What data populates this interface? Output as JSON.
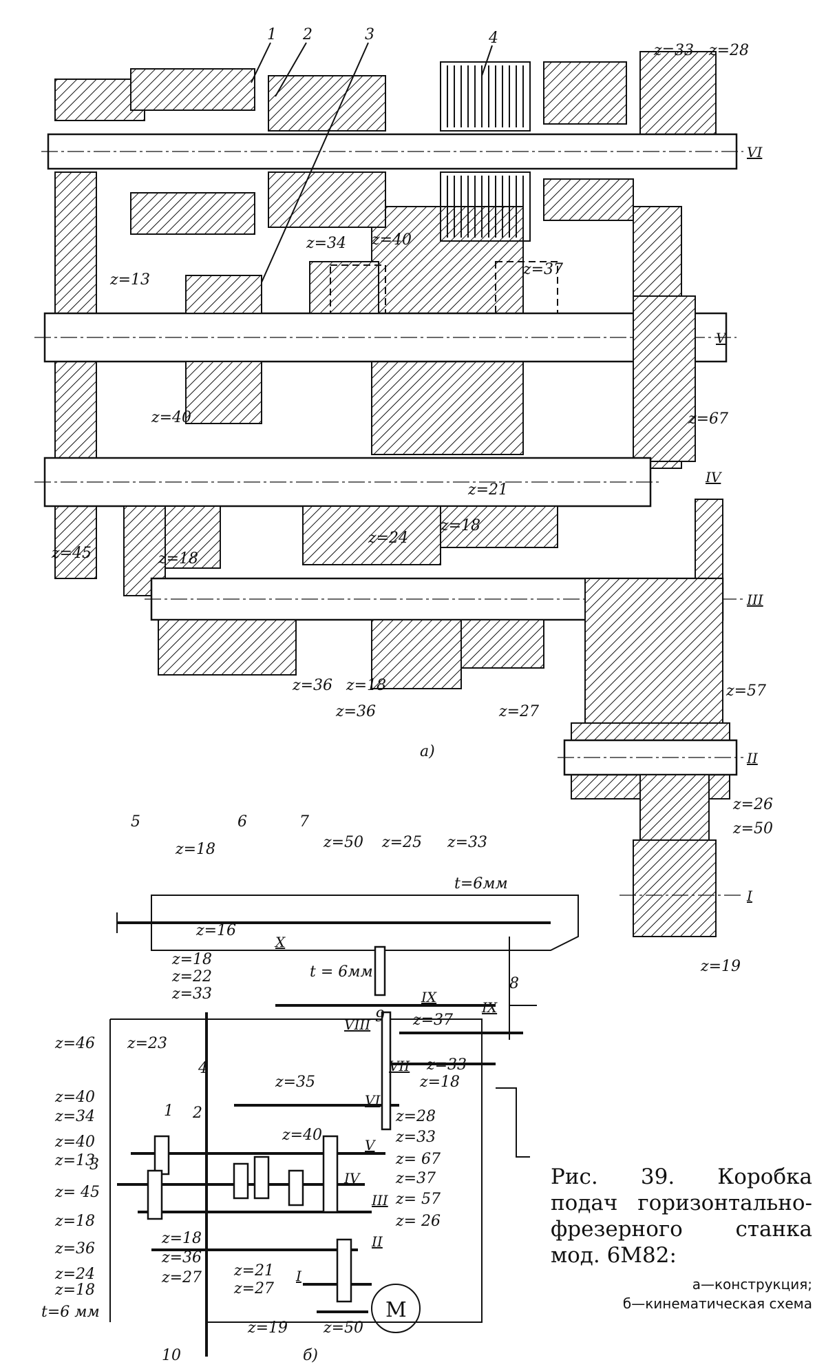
{
  "part_a": {
    "tag": "а)",
    "callouts": [
      "1",
      "2",
      "3",
      "4"
    ],
    "shaft_labels": {
      "VI": "VI",
      "V": "V",
      "IV": "IV",
      "III": "III",
      "II": "II",
      "I": "I"
    },
    "gear_labels": {
      "z33_top": "z=33",
      "z28_top": "z=28",
      "z34": "z=34",
      "z40_a": "z=40",
      "z37": "z=37",
      "z13": "z=13",
      "z40_b": "z=40",
      "z67": "z=67",
      "z21": "z=21",
      "z24": "z=24",
      "z18_a": "z=18",
      "z45": "z=45",
      "z18_b": "z=18",
      "z36_a": "z=36",
      "z18_c": "z=18",
      "z36_b": "z=36",
      "z27": "z=27",
      "z57": "z=57",
      "z26": "z=26",
      "z50": "z=50",
      "z19": "z=19"
    }
  },
  "part_b": {
    "tag": "б)",
    "callouts": [
      "5",
      "6",
      "7",
      "8",
      "9",
      "10",
      "1",
      "2",
      "3",
      "4"
    ],
    "top_labels": {
      "z18": "z=18",
      "z50": "z=50",
      "z25": "z=25",
      "z33": "z=33",
      "t_top": "t=6мм",
      "z16": "z=16",
      "t_mid": "t = 6мм",
      "z18b": "z=18",
      "z22": "z=22",
      "z33b": "z=33",
      "z46": "z=46",
      "z23": "z=23",
      "z37": "z=37",
      "z33c": "z=33",
      "z18c": "z=18",
      "z35": "z=35",
      "z28": "z=28",
      "z33d": "z=33",
      "z40a": "z=40",
      "z34": "z=34",
      "z40b": "z=40",
      "z40c": "z=40",
      "z67": "z= 67",
      "z13": "z=13",
      "z37b": "z=37",
      "z45": "z= 45",
      "z57": "z= 57",
      "z18d": "z=18",
      "z26": "z= 26",
      "z36": "z=36",
      "z18e": "z=18",
      "z24": "z=24",
      "z36b": "z=36",
      "z18f": "z=18",
      "z27": "z=27",
      "z21": "z=21",
      "z27b": "z=27",
      "t_bot": "t=6 мм",
      "z19": "z=19",
      "z50b": "z=50"
    },
    "shaft_labels": [
      "X",
      "IX",
      "VIII",
      "IX",
      "VII",
      "VI",
      "V",
      "IV",
      "III",
      "II",
      "I"
    ],
    "motor": "М"
  },
  "caption": {
    "title": "Рис. 39. Коробка подач горизонтально-фрезерного станка мод. 6М82:",
    "line_a": "а—конструкция;",
    "line_b": "б—кинематическая схема"
  }
}
